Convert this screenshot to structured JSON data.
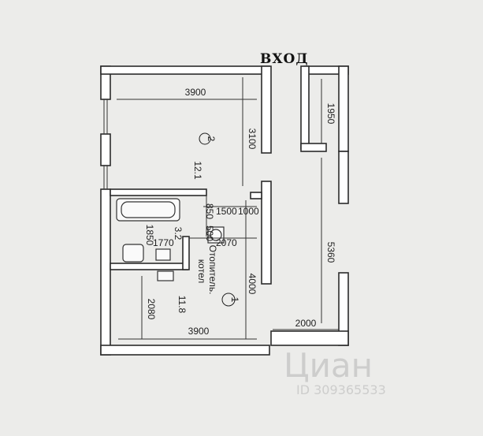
{
  "plan": {
    "entrance_label": "ВХОД",
    "rooms": [
      {
        "number": "2",
        "area": "12.1"
      },
      {
        "number": "1",
        "area": "11.8"
      },
      {
        "area": "3.2"
      }
    ],
    "boiler_label_line1": "Отопитель.",
    "boiler_label_line2": "котел",
    "dimensions": {
      "top_width": "3900",
      "top_height": "3100",
      "corridor_top": "1950",
      "corridor_long": "5360",
      "bath_1500": "1500",
      "bath_1000": "1000",
      "bath_850": "850",
      "bath_500": "500",
      "bath_1850": "1850",
      "bath_1770": "1770",
      "mid_2070": "2070",
      "room1_height": "4000",
      "bottom_left_height": "2080",
      "bottom_width": "3900",
      "bottom_corridor": "2000"
    }
  },
  "watermark": {
    "brand": "Циан",
    "id_text": "ID 309365533"
  },
  "colors": {
    "paper": "#ececea",
    "wall": "#ffffff",
    "line": "#2b2b2b"
  }
}
